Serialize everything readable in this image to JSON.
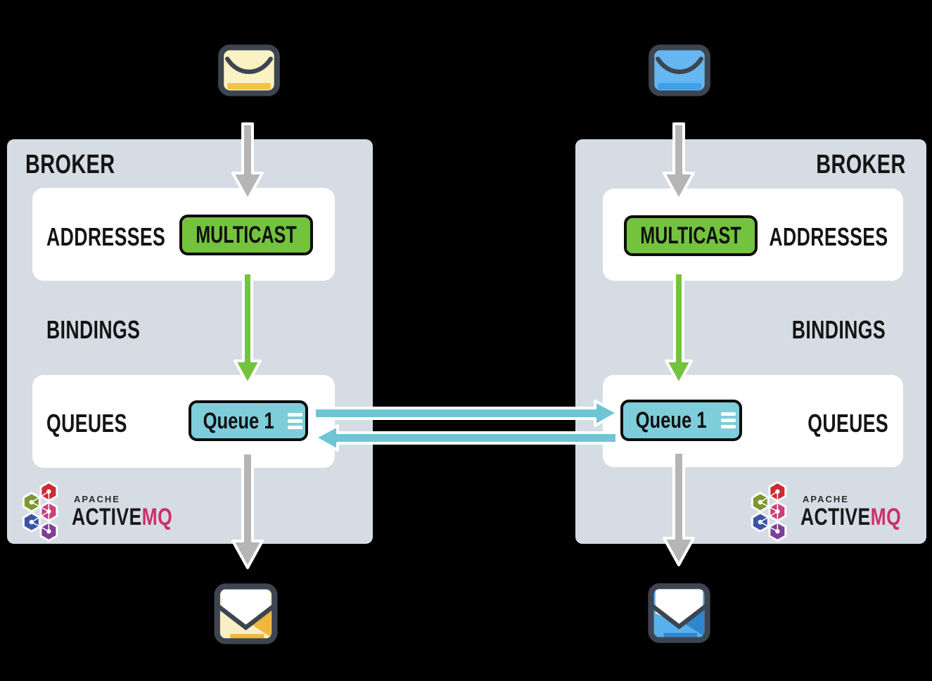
{
  "colors": {
    "background": "#000000",
    "broker_box": "#D6DCE3",
    "panel": "#FFFFFF",
    "green": "#74C33F",
    "teal_arrow": "#6EC5D4",
    "teal_badge": "#7ECDDA",
    "gray_arrow": "#B5B5B5",
    "outline_dark": "#3D4551",
    "text_black": "#141414",
    "mq_pink": "#CC2F6D",
    "envelope_yellow": "#FBF2C4",
    "envelope_yellow_accent": "#F2C342",
    "envelope_blue": "#66B6F0",
    "envelope_blue_accent": "#3F9FE8"
  },
  "brokers": [
    {
      "side": "left",
      "title": "BROKER",
      "addresses_label": "ADDRESSES",
      "multicast_badge": "MULTICAST",
      "bindings_label": "BINDINGS",
      "queues_label": "QUEUES",
      "queue_badge": "Queue 1"
    },
    {
      "side": "right",
      "title": "BROKER",
      "addresses_label": "ADDRESSES",
      "multicast_badge": "MULTICAST",
      "bindings_label": "BINDINGS",
      "queues_label": "QUEUES",
      "queue_badge": "Queue 1"
    }
  ],
  "logo": {
    "apache": "APACHE",
    "active": "ACTIVE",
    "mq": "MQ"
  },
  "icons": {
    "producer_left": "closed-envelope-yellow-icon",
    "producer_right": "closed-envelope-blue-icon",
    "consumer_left": "open-envelope-yellow-icon",
    "consumer_right": "open-envelope-blue-icon",
    "queue_list": "list-lines-icon",
    "logo_cluster": "activemq-hexagon-cluster-icon"
  },
  "arrows": [
    {
      "name": "producer-to-addresses-left",
      "color": "gray",
      "direction": "down"
    },
    {
      "name": "multicast-to-queue-left",
      "color": "green",
      "direction": "down"
    },
    {
      "name": "queue-to-consumer-left",
      "color": "gray",
      "direction": "down"
    },
    {
      "name": "producer-to-addresses-right",
      "color": "gray",
      "direction": "down"
    },
    {
      "name": "multicast-to-queue-right",
      "color": "green",
      "direction": "down"
    },
    {
      "name": "queue-to-consumer-right",
      "color": "gray",
      "direction": "down"
    },
    {
      "name": "queue-left-to-queue-right",
      "color": "teal",
      "direction": "right"
    },
    {
      "name": "queue-right-to-queue-left",
      "color": "teal",
      "direction": "left"
    }
  ]
}
